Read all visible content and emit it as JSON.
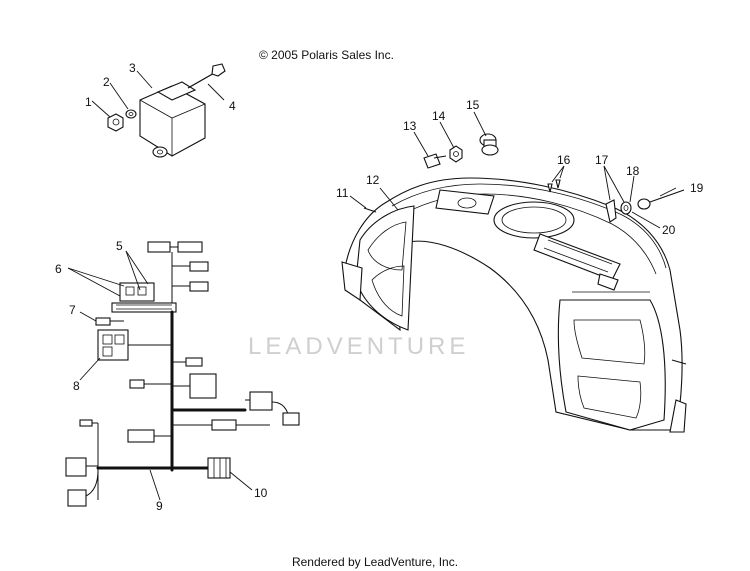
{
  "copyright": "© 2005 Polaris Sales Inc.",
  "footer": "Rendered by LeadVenture, Inc.",
  "watermark": "LEADVENTURE",
  "callouts": {
    "c1": "1",
    "c2": "2",
    "c3": "3",
    "c4": "4",
    "c5": "5",
    "c6": "6",
    "c7": "7",
    "c8": "8",
    "c9": "9",
    "c10": "10",
    "c11": "11",
    "c12": "12",
    "c13": "13",
    "c14": "14",
    "c15": "15",
    "c16": "16",
    "c17": "17",
    "c18": "18",
    "c19": "19",
    "c20": "20"
  }
}
